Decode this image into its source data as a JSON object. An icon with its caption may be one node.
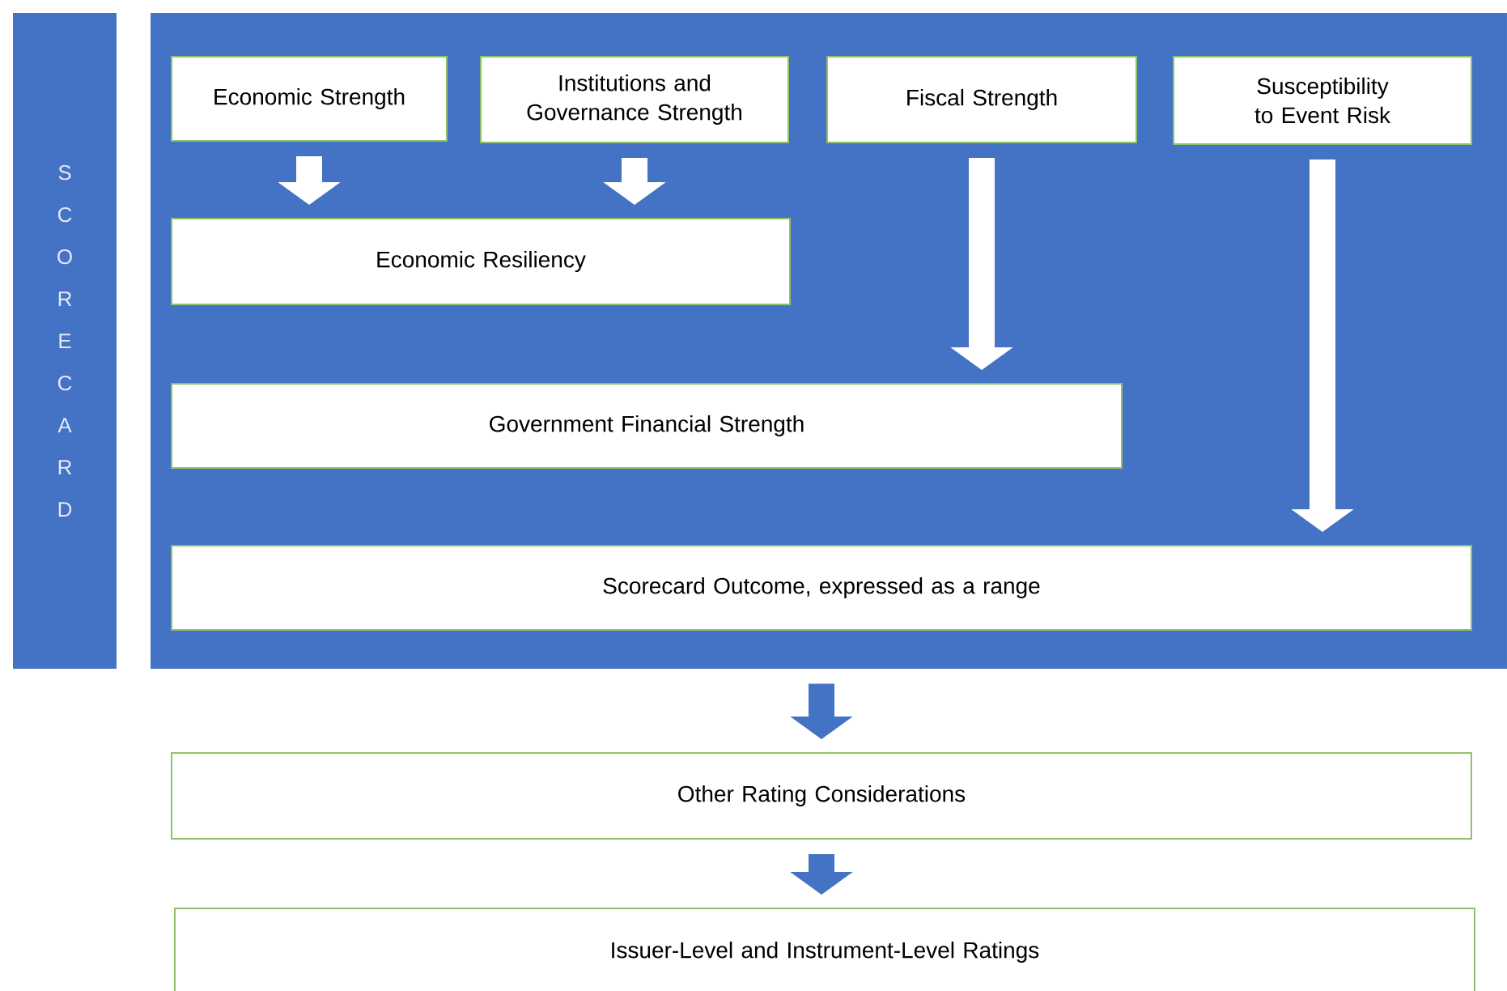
{
  "diagram": {
    "nodes": [
      {
        "text": [
          "SCORECARD"
        ]
      },
      {
        "text": [],
        "shape": "box"
      },
      {
        "text": [
          "Economic Strength"
        ],
        "in": 1
      },
      {
        "text": [
          "Institutions and Governance Strength"
        ],
        "in": 1
      },
      {
        "text": [
          "Fiscal Strength"
        ],
        "in": 1
      },
      {
        "text": [
          "Susceptibility to Event Risk"
        ],
        "in": 1
      },
      {
        "text": [
          "Economic Resiliency"
        ],
        "in": 1
      },
      {
        "text": [
          "Government Financial Strength"
        ],
        "in": 1
      },
      {
        "text": [
          "Scorecard Outcome, expressed as a range"
        ],
        "in": 1
      },
      {
        "text": [
          "Other Rating Considerations"
        ]
      },
      {
        "text": [
          "Issuer-Level and Instrument-Level Ratings"
        ]
      }
    ],
    "edges": [
      {
        "from": 2,
        "to": 6,
        "arrow": "to"
      },
      {
        "from": 3,
        "to": 6,
        "arrow": "to"
      },
      {
        "from": 4,
        "to": 7,
        "arrow": "to"
      },
      {
        "from": 5,
        "to": 8,
        "arrow": "to"
      },
      {
        "from": 1,
        "to": 9,
        "arrow": "to",
        "color": "#4472c4"
      },
      {
        "from": 9,
        "to": 10,
        "arrow": "to",
        "color": "#4472c4"
      }
    ]
  }
}
